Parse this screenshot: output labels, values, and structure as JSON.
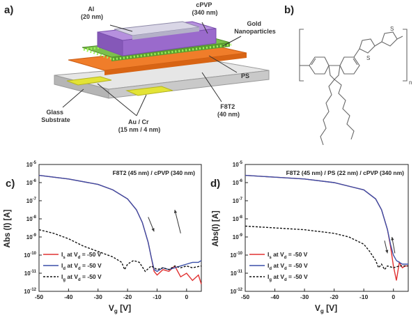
{
  "panels": {
    "a": "a)",
    "b": "b)",
    "c": "c)",
    "d": "d)"
  },
  "device": {
    "labels": {
      "al": [
        "Al",
        "(20 nm)"
      ],
      "cpvp": [
        "cPVP",
        "(340 nm)"
      ],
      "gold": [
        "Gold",
        "Nanoparticles"
      ],
      "ps": [
        "PS"
      ],
      "f8t2": [
        "F8T2",
        "(40 nm)"
      ],
      "aucr": [
        "Au / Cr",
        "(15 nm / 4 nm)"
      ],
      "glass": [
        "Glass",
        "Substrate"
      ]
    },
    "colors": {
      "al": "#c9c9d6",
      "cpvp": "#b07fd9",
      "gold_np": "#6ed12a",
      "ps_layer": "#64a93c",
      "f8t2": "#f07d2a",
      "electrodes": "#e3e336",
      "glass": "#d4d4d4"
    }
  },
  "molecule": {
    "labels": {
      "s1": "S",
      "s2": "S",
      "n": "n"
    }
  },
  "chart_data": [
    {
      "type": "line",
      "title": "F8T2 (45 nm) / cPVP (340 nm)",
      "xlabel": "Vg [V]",
      "ylabel": "Abs (I) [A]",
      "xlim": [
        -50,
        5
      ],
      "ylim_log10": [
        -12,
        -5
      ],
      "y_scale": "log",
      "x_ticks": [
        -50,
        -40,
        -30,
        -20,
        -10,
        0
      ],
      "y_ticks": [
        "10-12",
        "10-11",
        "10-10",
        "10-9",
        "10-8",
        "10-7",
        "10-6",
        "10-5"
      ],
      "legend_position": "bottom-left",
      "series": [
        {
          "name": "Is at Vd = -50 V",
          "legend_main": "I",
          "legend_sub": "s",
          "legend_rest": " at V",
          "legend_sub2": "d",
          "legend_end": " = -50 V",
          "color": "#e03030",
          "style": "solid",
          "x": [
            -50,
            -40,
            -30,
            -25,
            -20,
            -17,
            -15,
            -13,
            -12,
            -11,
            -10,
            -8,
            -6,
            -4,
            -2,
            0,
            2,
            4,
            5
          ],
          "y": [
            -5.6,
            -5.8,
            -6.1,
            -6.4,
            -6.9,
            -7.5,
            -8.2,
            -9.3,
            -10.1,
            -10.9,
            -11.1,
            -10.8,
            -10.9,
            -10.6,
            -11.2,
            -11.0,
            -11.4,
            -11.1,
            -11.6
          ]
        },
        {
          "name": "Id at Vd = -50 V",
          "legend_main": "I",
          "legend_sub": "d",
          "legend_rest": " at V",
          "legend_sub2": "d",
          "legend_end": " = -50 V",
          "color": "#3a4fa8",
          "style": "solid",
          "x": [
            -50,
            -40,
            -30,
            -25,
            -20,
            -17,
            -15,
            -13,
            -12,
            -11,
            -10,
            -8,
            -6,
            -4,
            -2,
            0,
            2,
            4,
            5
          ],
          "y": [
            -5.6,
            -5.8,
            -6.1,
            -6.4,
            -6.9,
            -7.5,
            -8.2,
            -9.3,
            -10.1,
            -10.8,
            -10.9,
            -10.7,
            -10.8,
            -10.7,
            -10.6,
            -10.5,
            -10.4,
            -10.4,
            -10.3
          ]
        },
        {
          "name": "Ig at Vd = -50 V",
          "legend_main": "I",
          "legend_sub": "g",
          "legend_rest": " at V",
          "legend_sub2": "d",
          "legend_end": " = -50 V",
          "color": "#111111",
          "style": "dashed",
          "x": [
            -50,
            -45,
            -40,
            -35,
            -30,
            -25,
            -22,
            -21,
            -20,
            -18,
            -16,
            -14,
            -12,
            -10,
            -8,
            -6,
            -4,
            -2,
            0,
            2,
            5
          ],
          "y": [
            -8.6,
            -8.8,
            -9.1,
            -9.5,
            -9.8,
            -10.1,
            -10.4,
            -10.8,
            -10.5,
            -10.3,
            -10.4,
            -10.9,
            -10.6,
            -10.8,
            -10.7,
            -10.8,
            -10.6,
            -10.7,
            -10.6,
            -10.7,
            -10.6
          ]
        }
      ],
      "arrows": [
        {
          "from": [
            -13,
            -7.9
          ],
          "to": [
            -11,
            -8.7
          ],
          "color": "#333333"
        },
        {
          "from": [
            -2,
            -8.8
          ],
          "to": [
            -4,
            -7.5
          ],
          "color": "#333333"
        }
      ]
    },
    {
      "type": "line",
      "title": "F8T2 (45 nm) / PS (22 nm) / cPVP (340 nm)",
      "xlabel": "Vg [V]",
      "ylabel": "Abs(I) [A]",
      "xlim": [
        -50,
        5
      ],
      "ylim_log10": [
        -12,
        -5
      ],
      "y_scale": "log",
      "x_ticks": [
        -50,
        -40,
        -30,
        -20,
        -10,
        0
      ],
      "y_ticks": [
        "10-12",
        "10-11",
        "10-10",
        "10-9",
        "10-8",
        "10-7",
        "10-6",
        "10-5"
      ],
      "legend_position": "bottom-left",
      "series": [
        {
          "name": "Is at Vd = -50 V",
          "legend_main": "I",
          "legend_sub": "s",
          "legend_rest": " at V",
          "legend_sub2": "d",
          "legend_end": " = -50 V",
          "color": "#e03030",
          "style": "solid",
          "x": [
            -50,
            -40,
            -30,
            -20,
            -10,
            -6,
            -4,
            -2,
            -1,
            0,
            1,
            2,
            3,
            4,
            5
          ],
          "y": [
            -5.6,
            -5.7,
            -5.8,
            -6.0,
            -6.4,
            -6.9,
            -7.5,
            -8.6,
            -9.5,
            -10.6,
            -11.4,
            -10.4,
            -10.7,
            -10.6,
            -10.6
          ]
        },
        {
          "name": "Id at Vd = -50 V",
          "legend_main": "I",
          "legend_sub": "d",
          "legend_rest": " at V",
          "legend_sub2": "d",
          "legend_end": " = -50 V",
          "color": "#3a4fa8",
          "style": "solid",
          "x": [
            -50,
            -40,
            -30,
            -20,
            -10,
            -6,
            -4,
            -2,
            -1,
            0,
            1,
            2,
            3,
            4,
            5
          ],
          "y": [
            -5.6,
            -5.7,
            -5.8,
            -6.0,
            -6.4,
            -6.9,
            -7.5,
            -8.6,
            -9.4,
            -10.0,
            -10.3,
            -10.4,
            -10.5,
            -10.5,
            -10.5
          ]
        },
        {
          "name": "Ig at Vd = -50 V",
          "legend_main": "I",
          "legend_sub": "g",
          "legend_rest": " at V",
          "legend_sub2": "d",
          "legend_end": " = -50 V",
          "color": "#111111",
          "style": "dashed",
          "x": [
            -50,
            -40,
            -30,
            -20,
            -15,
            -10,
            -8,
            -6,
            -5,
            -4,
            -3,
            -2,
            0,
            2,
            5
          ],
          "y": [
            -8.4,
            -8.5,
            -8.6,
            -8.8,
            -9.0,
            -9.4,
            -9.8,
            -10.3,
            -10.7,
            -10.5,
            -10.8,
            -10.6,
            -10.7,
            -10.6,
            -10.6
          ]
        }
      ],
      "arrows": [
        {
          "from": [
            -3,
            -9.2
          ],
          "to": [
            -2,
            -9.9
          ],
          "color": "#333333"
        },
        {
          "from": [
            0.5,
            -9.9
          ],
          "to": [
            -0.5,
            -9.0
          ],
          "color": "#333333"
        }
      ]
    }
  ]
}
